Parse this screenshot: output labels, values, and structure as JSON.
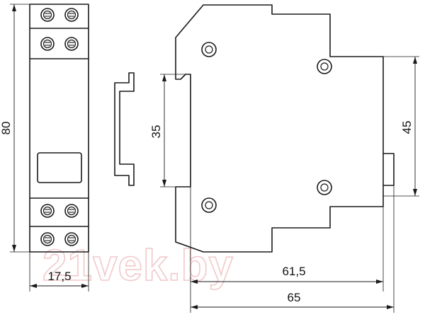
{
  "dimensions": {
    "height_front": "80",
    "width_front": "17,5",
    "rail_height": "35",
    "side_height": "45",
    "side_depth_inner": "61,5",
    "side_depth_total": "65"
  },
  "watermark": "21vek.by",
  "colors": {
    "line": "#1a1a1a",
    "watermark": "#f2c9c9"
  }
}
